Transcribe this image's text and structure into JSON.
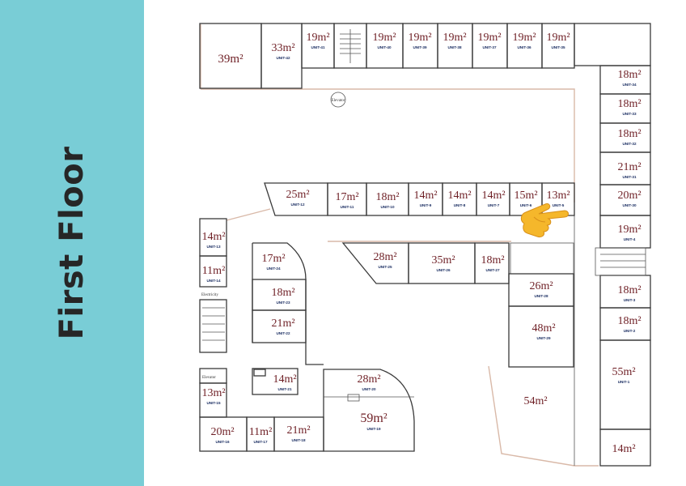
{
  "floor_title": "First Floor",
  "units": [
    {
      "area": "39m²",
      "unit": ""
    },
    {
      "area": "33m²",
      "unit": "UNIT-42"
    },
    {
      "area": "19m²",
      "unit": "UNIT-41"
    },
    {
      "area": "19m²",
      "unit": "UNIT-40"
    },
    {
      "area": "19m²",
      "unit": "UNIT-39"
    },
    {
      "area": "19m²",
      "unit": "UNIT-38"
    },
    {
      "area": "19m²",
      "unit": "UNIT-37"
    },
    {
      "area": "19m²",
      "unit": "UNIT-36"
    },
    {
      "area": "19m²",
      "unit": "UNIT-35"
    },
    {
      "area": "18m²",
      "unit": "UNIT-34"
    },
    {
      "area": "18m²",
      "unit": "UNIT-33"
    },
    {
      "area": "18m²",
      "unit": "UNIT-32"
    },
    {
      "area": "21m²",
      "unit": "UNIT-31"
    },
    {
      "area": "20m²",
      "unit": "UNIT-30"
    },
    {
      "area": "19m²",
      "unit": "UNIT-4"
    },
    {
      "area": "18m²",
      "unit": "UNIT-3"
    },
    {
      "area": "18m²",
      "unit": "UNIT-2"
    },
    {
      "area": "55m²",
      "unit": "UNIT-1"
    },
    {
      "area": "14m²",
      "unit": ""
    },
    {
      "area": "25m²",
      "unit": "UNIT-12"
    },
    {
      "area": "17m²",
      "unit": "UNIT-11"
    },
    {
      "area": "18m²",
      "unit": "UNIT-10"
    },
    {
      "area": "14m²",
      "unit": "UNIT-9"
    },
    {
      "area": "14m²",
      "unit": "UNIT-8"
    },
    {
      "area": "14m²",
      "unit": "UNIT-7"
    },
    {
      "area": "15m²",
      "unit": "UNIT-6"
    },
    {
      "area": "13m²",
      "unit": "UNIT-5"
    },
    {
      "area": "14m²",
      "unit": "UNIT-13"
    },
    {
      "area": "11m²",
      "unit": "UNIT-14"
    },
    {
      "area": "17m²",
      "unit": "UNIT-24"
    },
    {
      "area": "18m²",
      "unit": "UNIT-23"
    },
    {
      "area": "21m²",
      "unit": "UNIT-22"
    },
    {
      "area": "28m²",
      "unit": "UNIT-25"
    },
    {
      "area": "35m²",
      "unit": "UNIT-26"
    },
    {
      "area": "18m²",
      "unit": "UNIT-27"
    },
    {
      "area": "26m²",
      "unit": "UNIT-28"
    },
    {
      "area": "48m²",
      "unit": "UNIT-29"
    },
    {
      "area": "54m²",
      "unit": ""
    },
    {
      "area": "14m²",
      "unit": "UNIT-21"
    },
    {
      "area": "28m²",
      "unit": "UNIT-20"
    },
    {
      "area": "59m²",
      "unit": "UNIT-19"
    },
    {
      "area": "13m²",
      "unit": "UNIT-15"
    },
    {
      "area": "20m²",
      "unit": "UNIT-16"
    },
    {
      "area": "11m²",
      "unit": "UNIT-17"
    },
    {
      "area": "21m²",
      "unit": "UNIT-18"
    }
  ],
  "labels": {
    "elevator_top": "Elevator",
    "elevator_left": "Elevator",
    "electricity": "Electricity"
  },
  "colors": {
    "sidebar": "#79cdd6",
    "area_text": "#6e1f25",
    "unit_text": "#1c2f63",
    "pointer": "#f4b400"
  },
  "icons": {
    "pointer": "pointing-hand-icon"
  }
}
